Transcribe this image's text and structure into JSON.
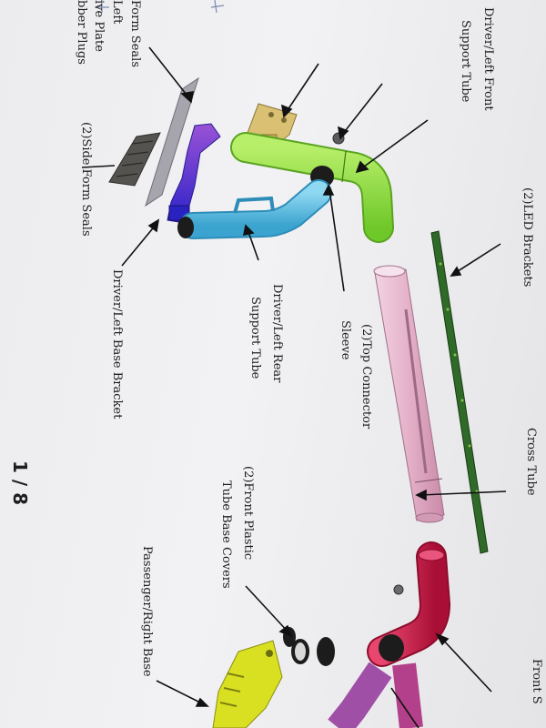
{
  "labels": {
    "foam_seals": "Form Seals",
    "left_frag": "Left",
    "drive_plate_frag": "ive Plate",
    "rubber_plugs_frag": "bber Plugs",
    "driver_left_front": "Driver/Left Front",
    "support_tube_1": "Support Tube",
    "side_foam_seals": "(2)Side Form Seals",
    "led_brackets": "(2)LED Brackets",
    "driver_left_base_bracket": "Driver/Left Base Bracket",
    "driver_left_rear": "Driver/Left Rear",
    "support_tube_2": "Support Tube",
    "top_connector": "(2)Top Connector",
    "sleeve": "Sleeve",
    "front_plastic": "(2)Front Plastic",
    "tube_base_covers": "Tube Base Covers",
    "passenger_right_base": "Passenger/Right Base",
    "front_frag": "Front S",
    "cross_frag": "Cross Tube",
    "page_number": "1 / 8"
  },
  "colors": {
    "front_tube": "#8fdb3a",
    "rear_tube": "#52b8e0",
    "base_bracket": "#3a2ed0",
    "drive_plate": "#d8c070",
    "cross_tube": "#e8b7cf",
    "right_front_tube": "#cc1b46",
    "right_bracket": "#d9e022",
    "led_bracket": "#2f6a28"
  }
}
